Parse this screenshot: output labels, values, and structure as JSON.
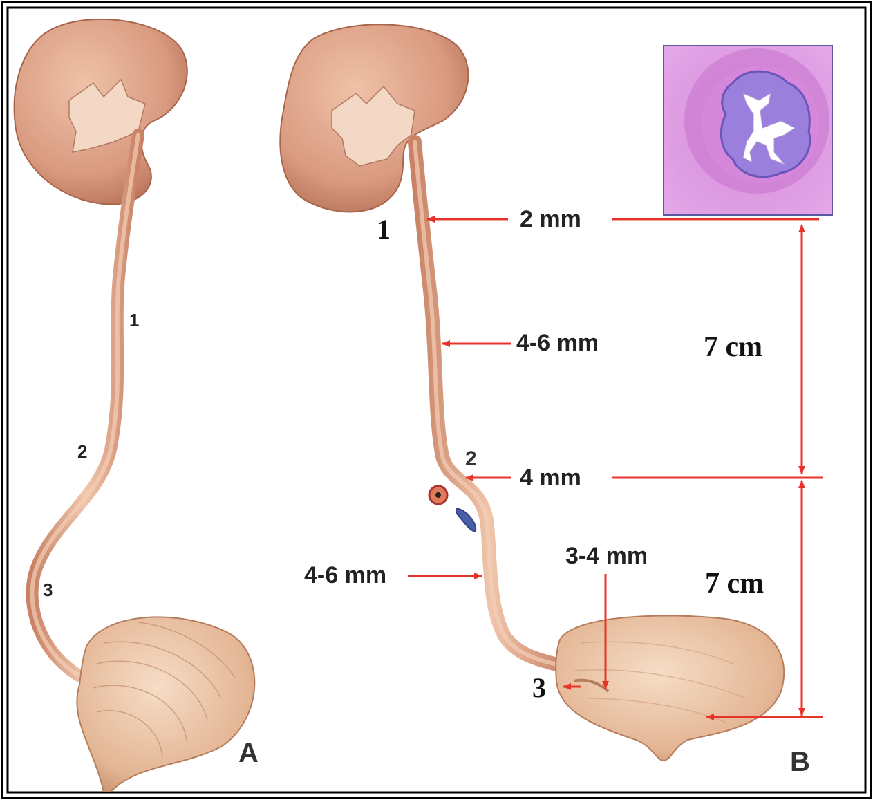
{
  "figure_a": {
    "panel_label": "A",
    "constriction_labels": [
      "1",
      "2",
      "3"
    ]
  },
  "figure_b": {
    "panel_label": "B",
    "constriction_labels": [
      "1",
      "2",
      "3"
    ],
    "diameters": {
      "upper": "2 mm",
      "abdominal": "4-6 mm",
      "pelvic_brim": "4 mm",
      "pelvic": "4-6 mm",
      "intramural": "3-4 mm"
    },
    "lengths": {
      "abdominal_segment": "7 cm",
      "pelvic_segment": "7 cm"
    }
  },
  "inset": {
    "description_icon": "histology-cross-section-image"
  },
  "colors": {
    "frame": "#000000",
    "arrow": "#e8332a",
    "organ": "#d99a80",
    "organ_dark": "#b86f55",
    "bladder": "#e9c3a6",
    "histology_bg": "#d67fd6",
    "histology_mucosa": "#8a6fd0"
  }
}
